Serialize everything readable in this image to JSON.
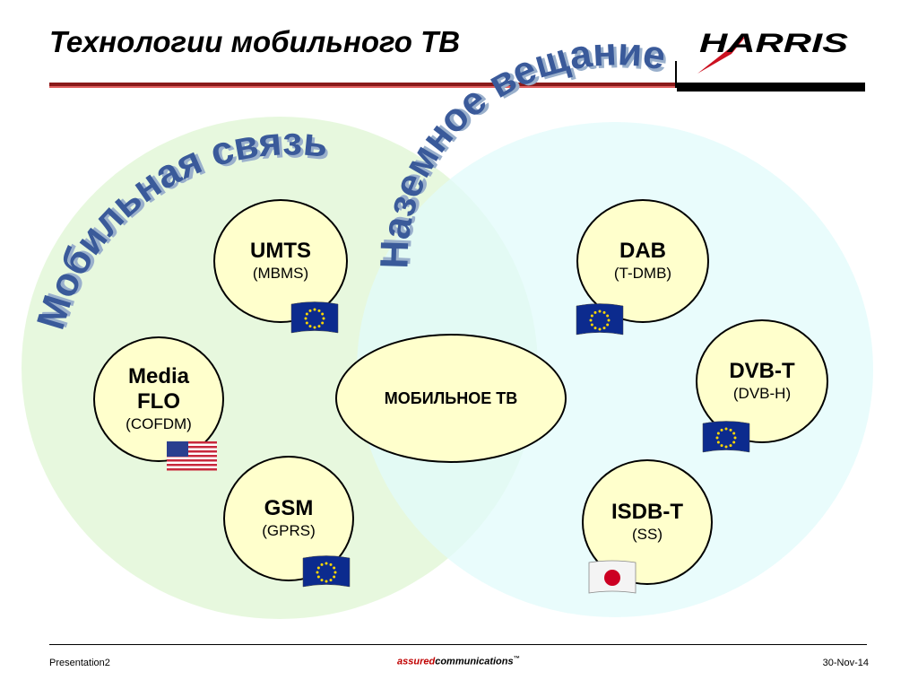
{
  "header": {
    "title": "Технологии мобильного ТВ",
    "logo_text": "HARRIS"
  },
  "arcs": {
    "left": "Мобильная связь",
    "right": "Наземное вещание"
  },
  "nodes": {
    "umts": {
      "main": "UMTS",
      "sub": "(MBMS)",
      "flag": "eu-flag-icon"
    },
    "mediaflo": {
      "main1": "Media",
      "main2": "FLO",
      "sub": "(COFDM)",
      "flag": "us-flag-icon"
    },
    "gsm": {
      "main": "GSM",
      "sub": "(GPRS)",
      "flag": "eu-flag-icon"
    },
    "center": {
      "main": "МОБИЛЬНОЕ ТВ"
    },
    "dab": {
      "main": "DAB",
      "sub": "(T-DMB)",
      "flag": "eu-flag-icon"
    },
    "dvbt": {
      "main": "DVB-T",
      "sub": "(DVB-H)",
      "flag": "eu-flag-icon"
    },
    "isdbt": {
      "main": "ISDB-T",
      "sub": "(SS)",
      "flag": "jp-flag-icon"
    }
  },
  "footer": {
    "left": "Presentation2",
    "brand_a": "assured",
    "brand_b": "communications",
    "tm": "™",
    "date": "30-Nov-14"
  },
  "colors": {
    "left_circle": "#e4f7da",
    "right_circle": "#e2fbfb",
    "node_fill": "#ffffcc",
    "arc_text": "#3a5a9a",
    "logo_red": "#cc1020"
  }
}
